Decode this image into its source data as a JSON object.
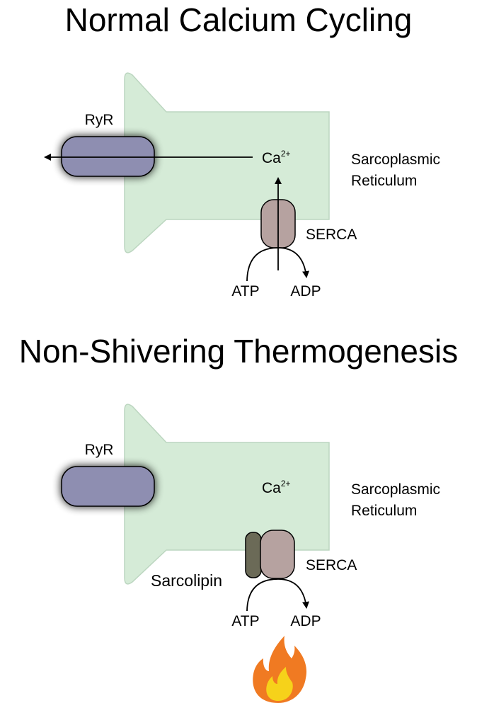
{
  "panel_top": {
    "title": "Normal Calcium Cycling",
    "ryr_label": "RyR",
    "calcium_label": "Ca",
    "calcium_charge": "2+",
    "organelle_line1": "Sarcoplasmic",
    "organelle_line2": "Reticulum",
    "serca_label": "SERCA",
    "atp_label": "ATP",
    "adp_label": "ADP"
  },
  "panel_bottom": {
    "title": "Non-Shivering Thermogenesis",
    "ryr_label": "RyR",
    "calcium_label": "Ca",
    "calcium_charge": "2+",
    "organelle_line1": "Sarcoplasmic",
    "organelle_line2": "Reticulum",
    "serca_label": "SERCA",
    "sarcolipin_label": "Sarcolipin",
    "atp_label": "ATP",
    "adp_label": "ADP"
  },
  "colors": {
    "reticulum_fill": "#d5ebd7",
    "reticulum_edge": "#bcd6c0",
    "ryr_fill": "#8e8eb1",
    "serca_fill": "#b6a2a0",
    "sarcolipin_fill": "#6b6a57",
    "flame_outer": "#f07a22",
    "flame_inner": "#f6d21a"
  }
}
